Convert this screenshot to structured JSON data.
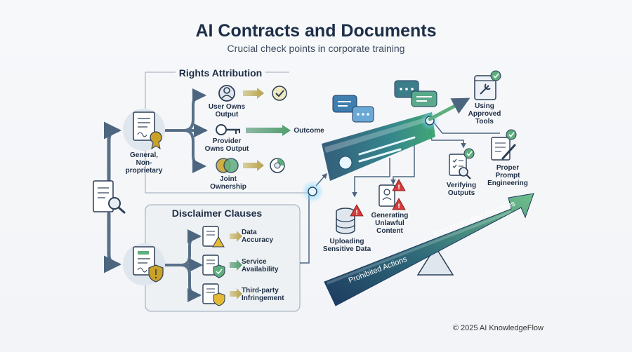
{
  "header": {
    "title": "AI Contracts and Documents",
    "subtitle": "Crucial check points in corporate training"
  },
  "rights": {
    "title": "Rights Attribution",
    "source": "General,\nNon-proprietary",
    "options": [
      "User Owns\nOutput",
      "Provider\nOwns Output",
      "Joint\nOwnership"
    ],
    "outcome": "Outcome"
  },
  "disclaimer": {
    "title": "Disclaimer Clauses",
    "items": [
      "Data\nAccuracy",
      "Service\nAvailability",
      "Third-party\nInfringement"
    ]
  },
  "prohibited": {
    "label": "Prohibited Actions",
    "items": [
      "Uploading\nSensitive Data",
      "Generating\nUnlawful\nContent"
    ]
  },
  "recommended": {
    "label": "Recommended Practices",
    "items": [
      "Using\nApproved\nTools",
      "Verifying\nOutputs",
      "Proper\nPrompt\nEngineering"
    ]
  },
  "footer": {
    "copyright": "© 2025 AI KnowledgeFlow"
  },
  "colors": {
    "navy": "#1d3a5f",
    "green": "#5fae7e",
    "gold": "#c9a227",
    "red": "#d63c3c",
    "line": "#4d6680"
  }
}
